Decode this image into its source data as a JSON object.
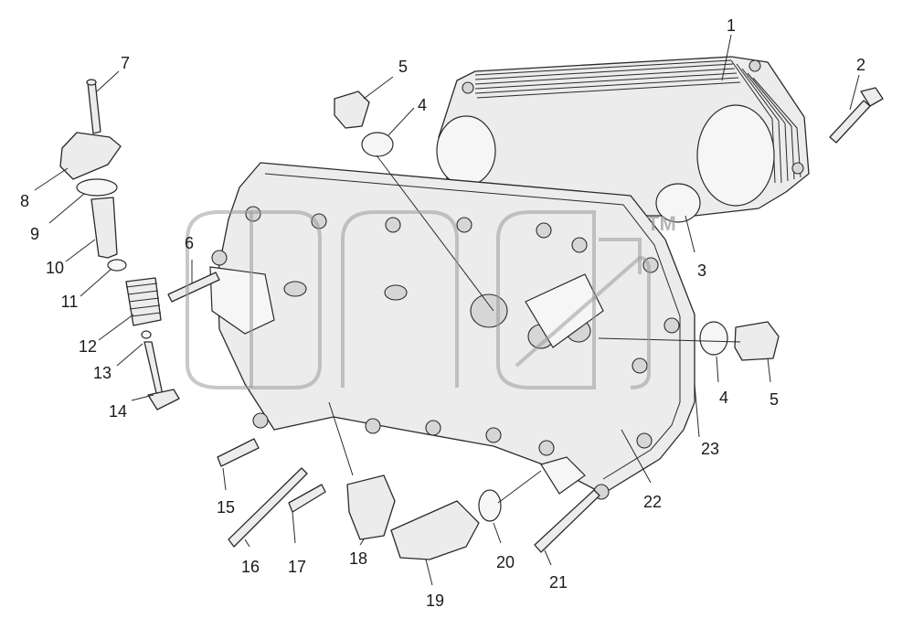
{
  "watermark": {
    "tm": "TM"
  },
  "callouts": [
    {
      "id": "1",
      "label": "1"
    },
    {
      "id": "2",
      "label": "2"
    },
    {
      "id": "3",
      "label": "3"
    },
    {
      "id": "4a",
      "label": "4"
    },
    {
      "id": "4b",
      "label": "4"
    },
    {
      "id": "5a",
      "label": "5"
    },
    {
      "id": "5b",
      "label": "5"
    },
    {
      "id": "6",
      "label": "6"
    },
    {
      "id": "7",
      "label": "7"
    },
    {
      "id": "8",
      "label": "8"
    },
    {
      "id": "9",
      "label": "9"
    },
    {
      "id": "10",
      "label": "10"
    },
    {
      "id": "11",
      "label": "11"
    },
    {
      "id": "12",
      "label": "12"
    },
    {
      "id": "13",
      "label": "13"
    },
    {
      "id": "14",
      "label": "14"
    },
    {
      "id": "15",
      "label": "15"
    },
    {
      "id": "16",
      "label": "16"
    },
    {
      "id": "17",
      "label": "17"
    },
    {
      "id": "18",
      "label": "18"
    },
    {
      "id": "19",
      "label": "19"
    },
    {
      "id": "20",
      "label": "20"
    },
    {
      "id": "21",
      "label": "21"
    },
    {
      "id": "22",
      "label": "22"
    },
    {
      "id": "23",
      "label": "23"
    }
  ]
}
